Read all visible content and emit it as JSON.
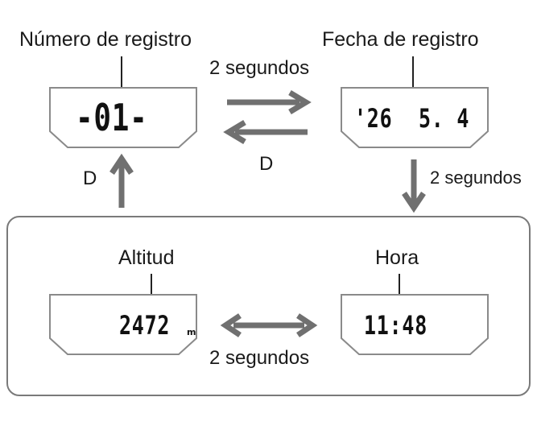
{
  "labels": {
    "record_number": "Número de registro",
    "record_date": "Fecha de registro",
    "altitude": "Altitud",
    "time": "Hora"
  },
  "transitions": {
    "to_date": "2 segundos",
    "back_button": "D",
    "to_time": "2 segundos",
    "up_button": "D",
    "alt_time_swap": "2 segundos"
  },
  "displays": {
    "record_number": "-01-",
    "date_year": "'26",
    "date_month_day": "5. 4",
    "altitude_value": "2472",
    "altitude_unit": "m",
    "time_value": "11:48"
  },
  "colors": {
    "arrow": "#707070",
    "frame": "#8a8a8a",
    "line": "#222222"
  }
}
